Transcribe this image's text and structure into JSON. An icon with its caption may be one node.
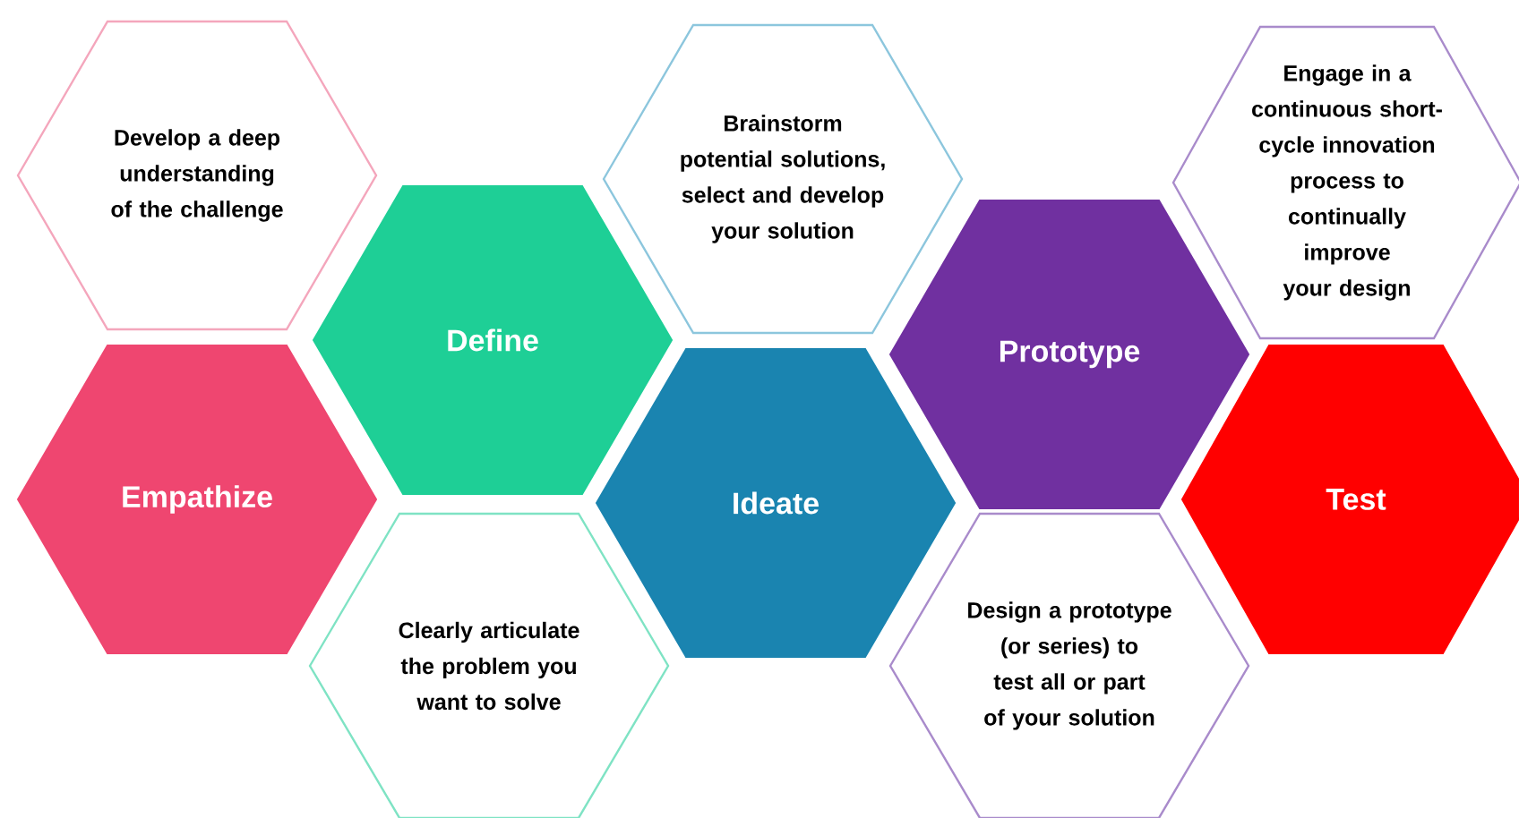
{
  "diagram": {
    "nodes": [
      {
        "text": [
          "Develop a deep understanding of the challenge"
        ]
      },
      {
        "text": [
          "Empathize"
        ]
      },
      {
        "text": [
          "Define"
        ]
      },
      {
        "text": [
          "Clearly articulate the problem you want to solve"
        ]
      },
      {
        "text": [
          "Brainstorm potential solutions, select and develop your solution"
        ]
      },
      {
        "text": [
          "Ideate"
        ]
      },
      {
        "text": [
          "Prototype"
        ]
      },
      {
        "text": [
          "Design a prototype (or series) to test all or part of your solution"
        ]
      },
      {
        "text": [
          "Engage in a continuous short-cycle innovation process to continually improve your design"
        ]
      },
      {
        "text": [
          "Test"
        ]
      }
    ]
  }
}
